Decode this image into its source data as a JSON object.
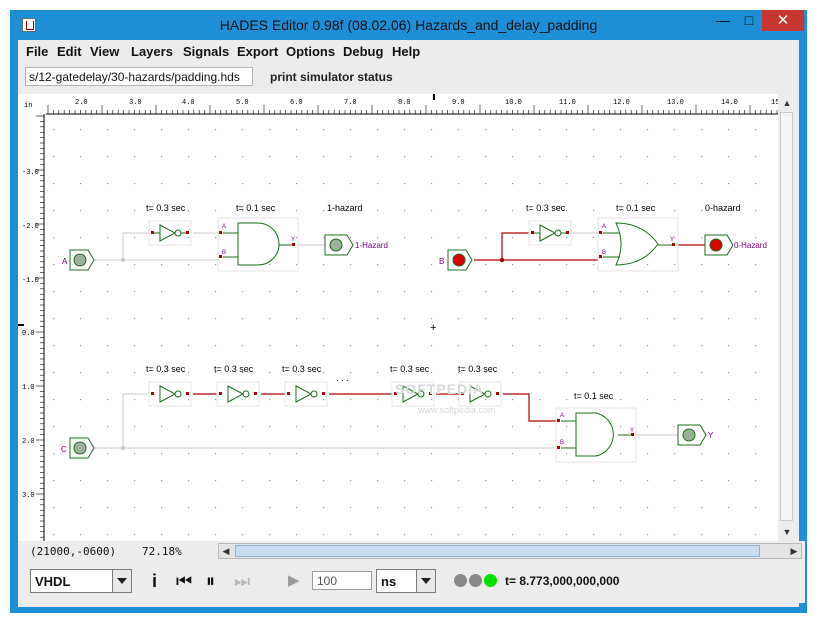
{
  "window": {
    "title": "HADES Editor 0.98f (08.02.06)   Hazards_and_delay_padding",
    "minimize_glyph": "—",
    "maximize_glyph": "□",
    "close_glyph": "✕"
  },
  "menu": [
    "File",
    "Edit",
    "View",
    "Layers",
    "Signals",
    "Export",
    "Options",
    "Debug",
    "Help"
  ],
  "pathbar": {
    "path": "s/12-gatedelay/30-hazards/padding.hds",
    "status": "print simulator status"
  },
  "ruler": {
    "top": [
      "in",
      "2.0",
      "3.0",
      "4.0",
      "5.0",
      "6.0",
      "7.0",
      "8.0",
      "9.0",
      "10.0",
      "11.0",
      "12.0",
      "13.0",
      "14.0",
      "15"
    ],
    "left": [
      "-3.0",
      "-2.0",
      "-1.0",
      "0.0",
      "1.0",
      "2.0",
      "3.0"
    ]
  },
  "schematic": {
    "circuit1": {
      "delay1": "t= 0.3 sec",
      "delay_gate": "t= 0.1 sec",
      "heading": "1-hazard",
      "input": "A",
      "output": "1-Hazard",
      "pin_a": "A",
      "pin_b": "B",
      "pin_y": "Y"
    },
    "circuit2": {
      "delay1": "t= 0.3 sec",
      "delay_gate": "t= 0.1 sec",
      "heading": "0-hazard",
      "input": "B",
      "output": "0-Hazard",
      "pin_a": "A",
      "pin_b": "B",
      "pin_y": "Y"
    },
    "circuit3": {
      "delays": [
        "t= 0.3 sec",
        "t= 0.3 sec",
        "t= 0.3 sec",
        "t= 0.3 sec",
        "t= 0.3 sec"
      ],
      "dots": ". . .",
      "delay_gate": "t= 0.1 sec",
      "input": "C",
      "output": "Y",
      "pin_a": "A",
      "pin_b": "B",
      "pin_y": "Y"
    },
    "watermark": "SOFTPEDIA",
    "watermark_url": "www.softpedia.com",
    "cursor": "+"
  },
  "status": {
    "coords": "(21000,-0600)",
    "zoom": "72.18%"
  },
  "sim": {
    "language": "VHDL",
    "info_glyph": "i",
    "rewind_glyph": "⏮",
    "pause_glyph": "⏸",
    "fastforward_glyph": "⏭",
    "play_glyph": "▶",
    "run_time": "100",
    "unit": "ns",
    "sim_time": "t= 8.773,000,000,000"
  },
  "colors": {
    "titlebar": "#1e8fd6",
    "close": "#c7372f",
    "wire_active": "#b00000",
    "wire_idle": "#c8c8c8",
    "gate": "#1a6e1a",
    "label_purple": "#800080",
    "led_on": "#00e000"
  }
}
